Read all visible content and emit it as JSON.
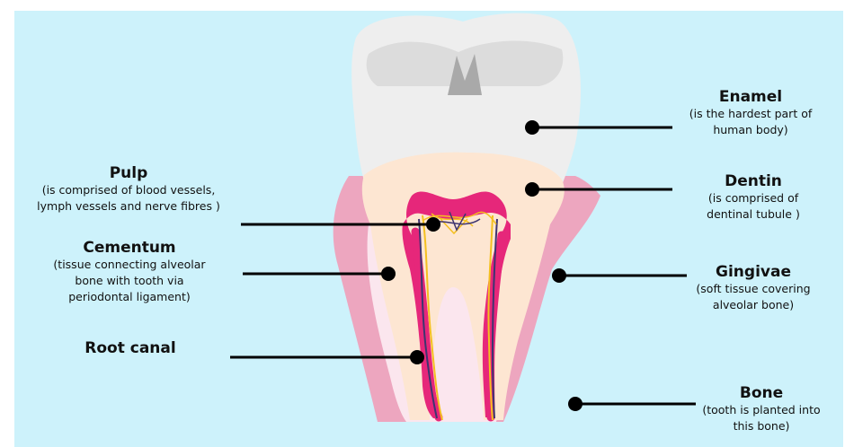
{
  "colors": {
    "background": "#cdf2fb",
    "enamel": "#eeeeee",
    "dentin": "#fde6d2",
    "pulp": "#e6277a",
    "gingivae": "#eda6bf",
    "bone": "#ffffff",
    "nerve": "#f4c020",
    "vessel": "#3d3470",
    "leader": "#000000"
  },
  "labels": {
    "enamel": {
      "title": "Enamel",
      "desc": [
        "(is the hardest part of",
        "human body)"
      ]
    },
    "dentin": {
      "title": "Dentin",
      "desc": [
        "(is comprised of",
        "dentinal tubule )"
      ]
    },
    "gingivae": {
      "title": "Gingivae",
      "desc": [
        "(soft tissue covering",
        "alveolar bone)"
      ]
    },
    "bone": {
      "title": "Bone",
      "desc": [
        "(tooth is planted into",
        "this bone)"
      ]
    },
    "pulp": {
      "title": "Pulp",
      "desc": [
        "(is comprised of blood vessels,",
        "lymph vessels and nerve fibres )"
      ]
    },
    "cementum": {
      "title": "Cementum",
      "desc": [
        "(tissue connecting alveolar",
        "bone with tooth via",
        "periodontal ligament)"
      ]
    },
    "root_canal": {
      "title": "Root canal",
      "desc": []
    }
  }
}
